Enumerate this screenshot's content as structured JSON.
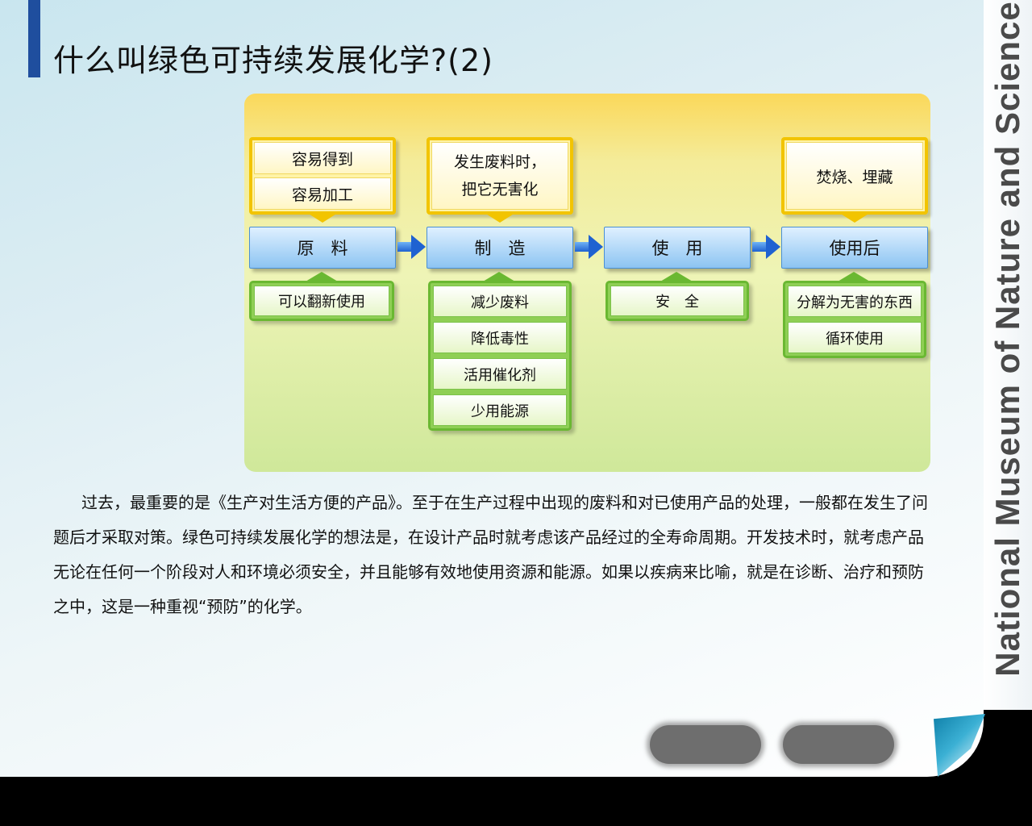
{
  "title": "什么叫绿色可持续发展化学?(2)",
  "side_text": "National Museum of Nature and Science",
  "diagram": {
    "stages": [
      {
        "label": "原　料",
        "top": [
          "容易得到",
          "容易加工"
        ],
        "bottom": [
          "可以翻新使用"
        ]
      },
      {
        "label": "制　造",
        "top": [
          "发生废料时，",
          "把它无害化"
        ],
        "bottom": [
          "减少废料",
          "降低毒性",
          "活用催化剂",
          "少用能源"
        ]
      },
      {
        "label": "使　用",
        "top": [],
        "bottom": [
          "安　全"
        ]
      },
      {
        "label": "使用后",
        "top": [
          "焚烧、埋藏"
        ],
        "bottom": [
          "分解为无害的东西",
          "循环使用"
        ]
      }
    ]
  },
  "paragraph": "过去，最重要的是《生产对生活方便的产品》。至于在生产过程中出现的废料和对已使用产品的处理，一般都在发生了问题后才采取对策。绿色可持续发展化学的想法是，在设计产品时就考虑该产品经过的全寿命周期。开发技术时，就考虑产品无论在任何一个阶段对人和环境必须安全，并且能够有效地使用资源和能源。如果以疾病来比喻，就是在诊断、治疗和预防之中，这是一种重视“预防”的化学。"
}
